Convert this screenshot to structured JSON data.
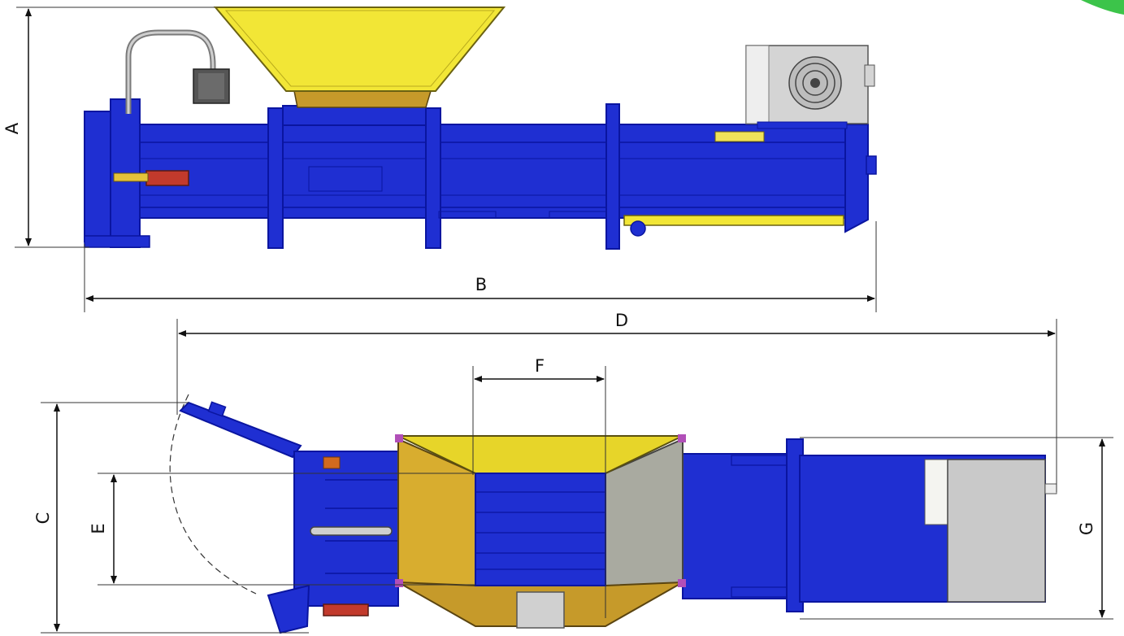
{
  "dimensions": {
    "a": "A",
    "b": "B",
    "c": "C",
    "d": "D",
    "e": "E",
    "f": "F",
    "g": "G"
  },
  "colors": {
    "machine_blue": "#1f2fd2",
    "machine_dark_blue": "#0a15a0",
    "hopper_yellow": "#f2e636",
    "hopper_amber": "#d8ad2f",
    "hopper_grey": "#a9aaa0",
    "panel_grey": "#cfcfcf",
    "corner_green": "#3cc44a"
  }
}
